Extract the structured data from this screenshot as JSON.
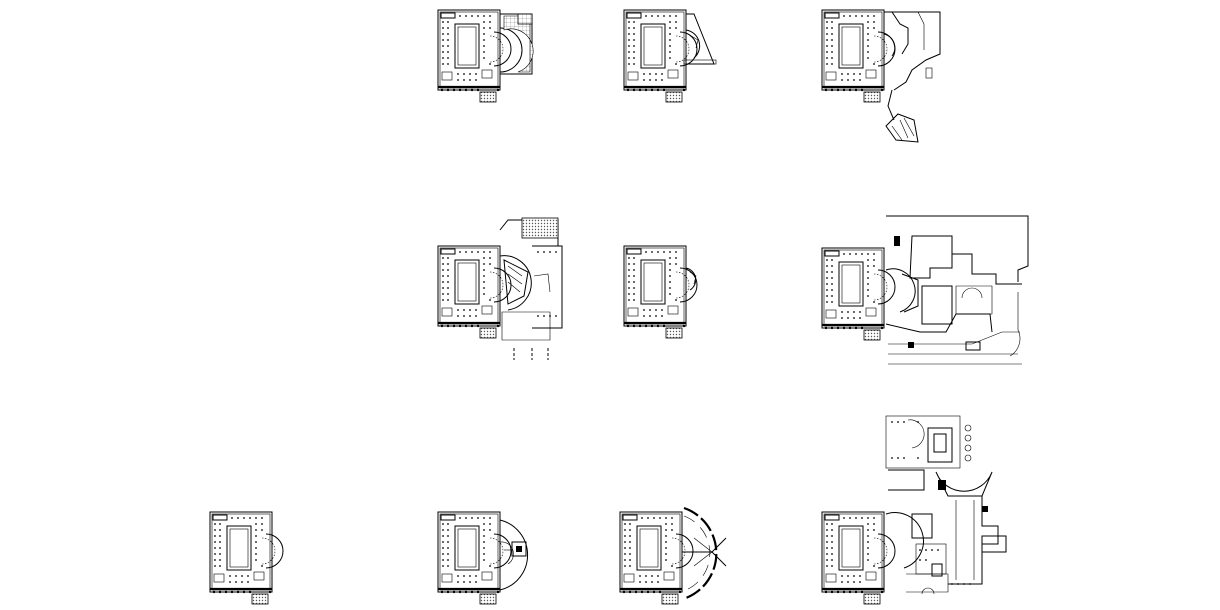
{
  "sheet": {
    "background": "#ffffff",
    "line_color": "#000000",
    "fill_color": "#7a7a7a"
  },
  "plans": [
    {
      "id": "r1c2",
      "addition": "curved-court-hatched"
    },
    {
      "id": "r1c3",
      "addition": "angled-wing"
    },
    {
      "id": "r1c4",
      "addition": "large-irregular-extension-with-ramp"
    },
    {
      "id": "r2c2",
      "addition": "radial-hall-with-colonnade"
    },
    {
      "id": "r2c3",
      "addition": "small-curve"
    },
    {
      "id": "r2c4",
      "addition": "large-complex-extension-with-site"
    },
    {
      "id": "r3c1",
      "addition": "none"
    },
    {
      "id": "r3c2",
      "addition": "circular-pavilion"
    },
    {
      "id": "r3c3",
      "addition": "segmented-arc-ring"
    },
    {
      "id": "r3c4",
      "addition": "apsidal-cross-wing"
    }
  ]
}
